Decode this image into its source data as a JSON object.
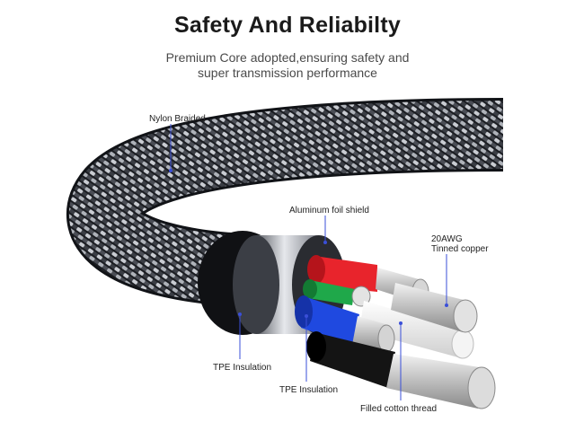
{
  "header": {
    "title": "Safety And Reliabilty",
    "subtitle_line1": "Premium Core adopted,ensuring safety and",
    "subtitle_line2": "super transmission performance"
  },
  "callouts": {
    "nylon": "Nylon Braided",
    "foil": "Aluminum foil shield",
    "awg_line1": "20AWG",
    "awg_line2": "Tinned copper",
    "tpe_outer": "TPE Insulation",
    "tpe_inner": "TPE Insulation",
    "cotton": "Filled cotton thread"
  },
  "colors": {
    "leader": "#3a4fd8",
    "braid_dark": "#1b1d22",
    "braid_light": "#c9ccd2",
    "wire_red": "#e8242c",
    "wire_green": "#1fa84a",
    "wire_blue": "#1f49e0",
    "wire_black": "#141414"
  }
}
